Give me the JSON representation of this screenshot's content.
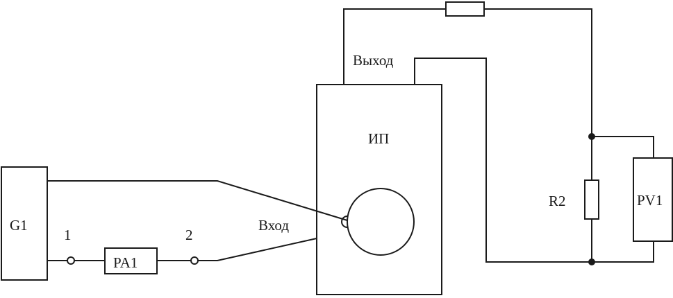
{
  "labels": {
    "generator": "G1",
    "ammeter": "PA1",
    "terminal_1": "1",
    "terminal_2": "2",
    "input": "Вход",
    "device": "ИП",
    "output": "Выход",
    "resistor_r2": "R2",
    "voltmeter": "PV1"
  },
  "colors": {
    "line": "#1a1a1a",
    "background": "#ffffff"
  }
}
